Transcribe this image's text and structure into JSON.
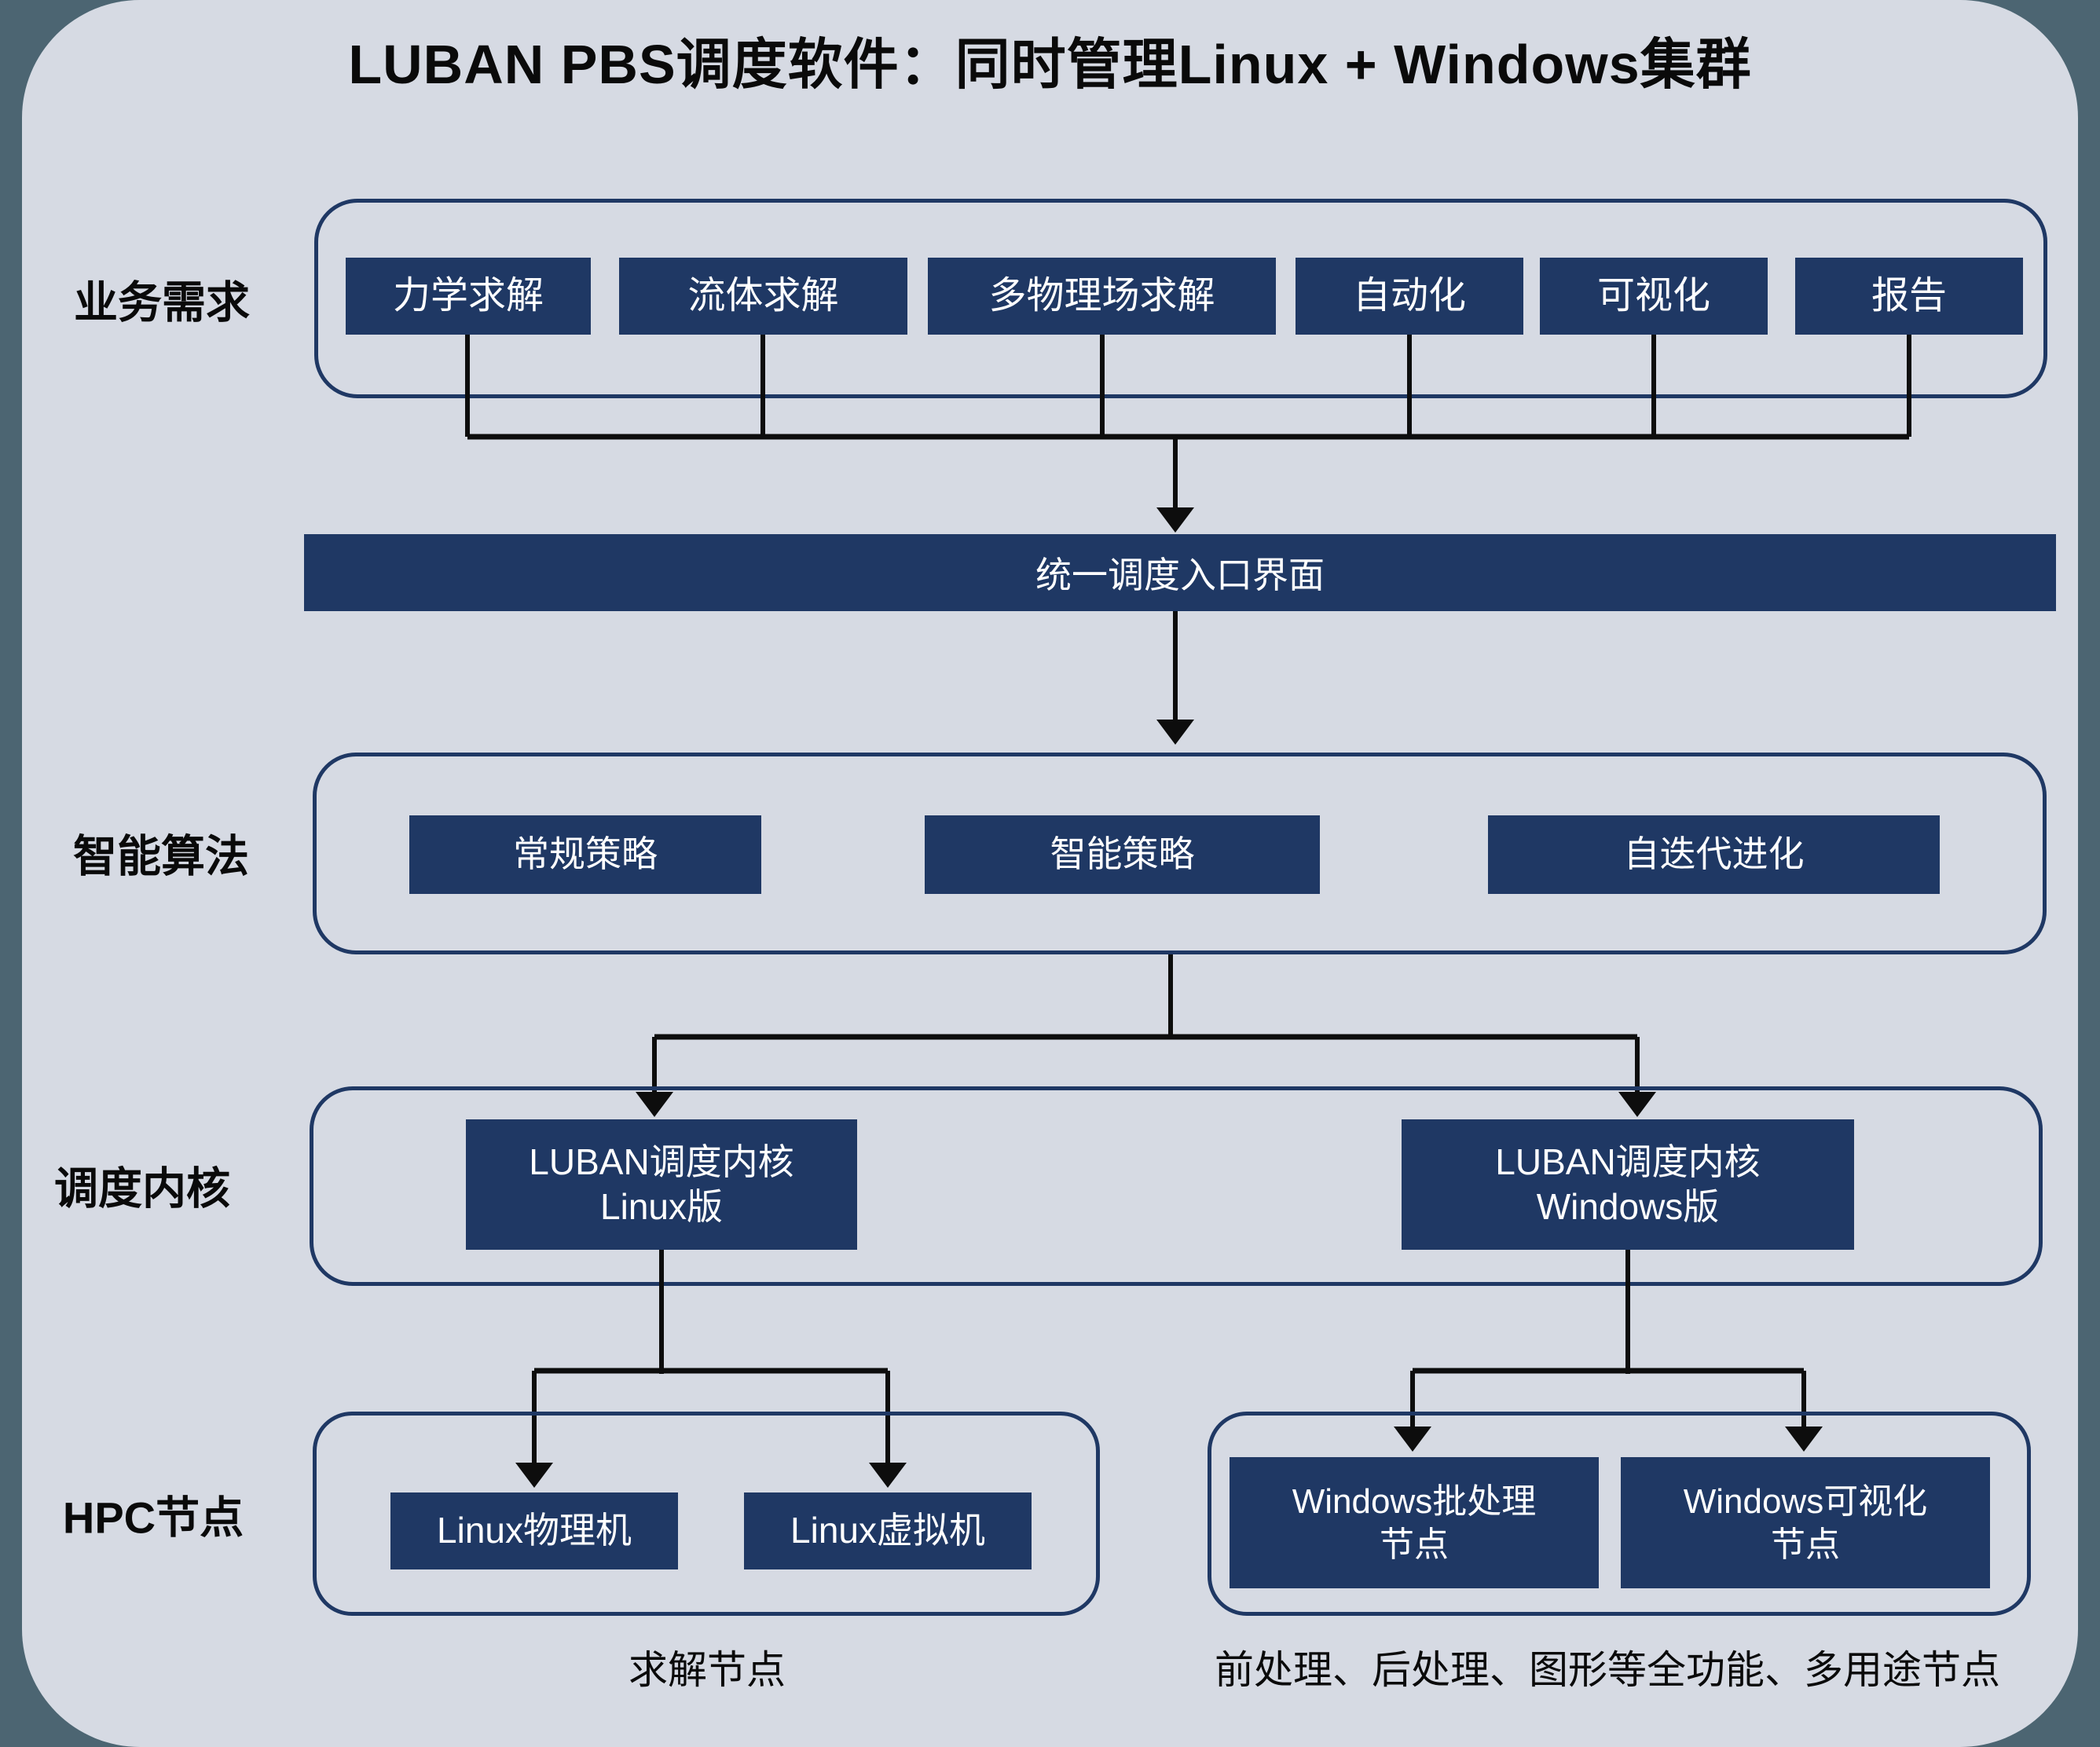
{
  "page": {
    "title": "LUBAN PBS调度软件：同时管理Linux + Windows集群"
  },
  "row_labels": [
    {
      "label": "业务需求"
    },
    {
      "label": "智能算法"
    },
    {
      "label": "调度内核"
    },
    {
      "label": "HPC节点"
    }
  ],
  "business_boxes": [
    "力学求解",
    "流体求解",
    "多物理场求解",
    "自动化",
    "可视化",
    "报告"
  ],
  "entry_bar": {
    "label": "统一调度入口界面"
  },
  "algorithm_boxes": [
    "常规策略",
    "智能策略",
    "自迭代进化"
  ],
  "kernel_boxes": [
    {
      "line1": "LUBAN调度内核",
      "line2": "Linux版"
    },
    {
      "line1": "LUBAN调度内核",
      "line2": "Windows版"
    }
  ],
  "linux_node_boxes": [
    "Linux物理机",
    "Linux虚拟机"
  ],
  "windows_node_boxes": [
    {
      "line1": "Windows批处理",
      "line2": "节点"
    },
    {
      "line1": "Windows可视化",
      "line2": "节点"
    }
  ],
  "captions": {
    "left": "求解节点",
    "right": "前处理、后处理、图形等全功能、多用途节点"
  },
  "colors": {
    "outer_background": "#4C6572",
    "sheet_background": "#D6DAE3",
    "box_fill": "#1F3864",
    "box_text": "#FFFFFF",
    "container_border": "#1F3864",
    "connector": "#0D0D0D",
    "label_text": "#0A0A0A"
  }
}
